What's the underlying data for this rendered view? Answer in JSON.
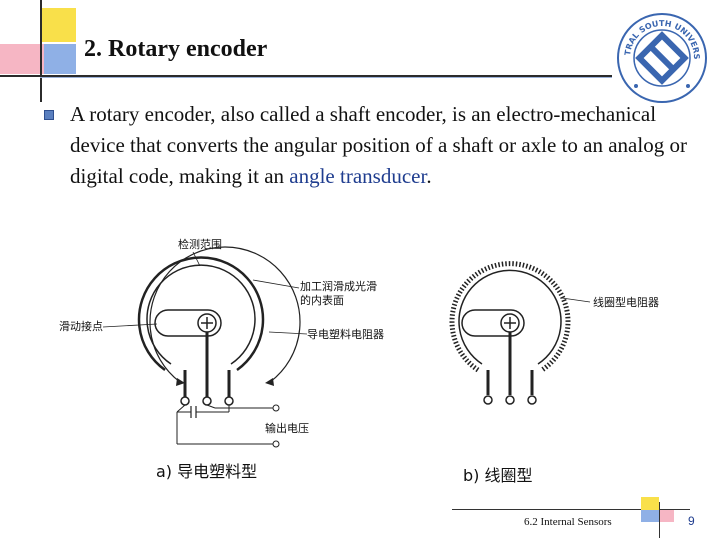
{
  "slide": {
    "title": "2.  Rotary encoder",
    "body_pre": "A rotary encoder, also called a shaft encoder, is an electro-mechanical device that converts the angular position of a shaft or axle to an analog or digital code, making it an ",
    "body_accent": "angle transducer",
    "body_post": ".",
    "accent_color": "#1f3d8f"
  },
  "figure_a": {
    "label_detection_range": "检测范围",
    "label_inner_surface_line1": "加工润滑成光滑",
    "label_inner_surface_line2": "的内表面",
    "label_sliding_contact": "滑动接点",
    "label_resistor": "导电塑料电阻器",
    "label_output": "输出电压",
    "caption": "a) 导电塑料型"
  },
  "figure_b": {
    "label_resistor": "线圈型电阻器",
    "caption": "b) 线圈型"
  },
  "logo": {
    "text_top": "CENTRAL SOUTH UNIVERSITY"
  },
  "footer": {
    "text": "6.2   Internal  Sensors",
    "page": "9"
  }
}
